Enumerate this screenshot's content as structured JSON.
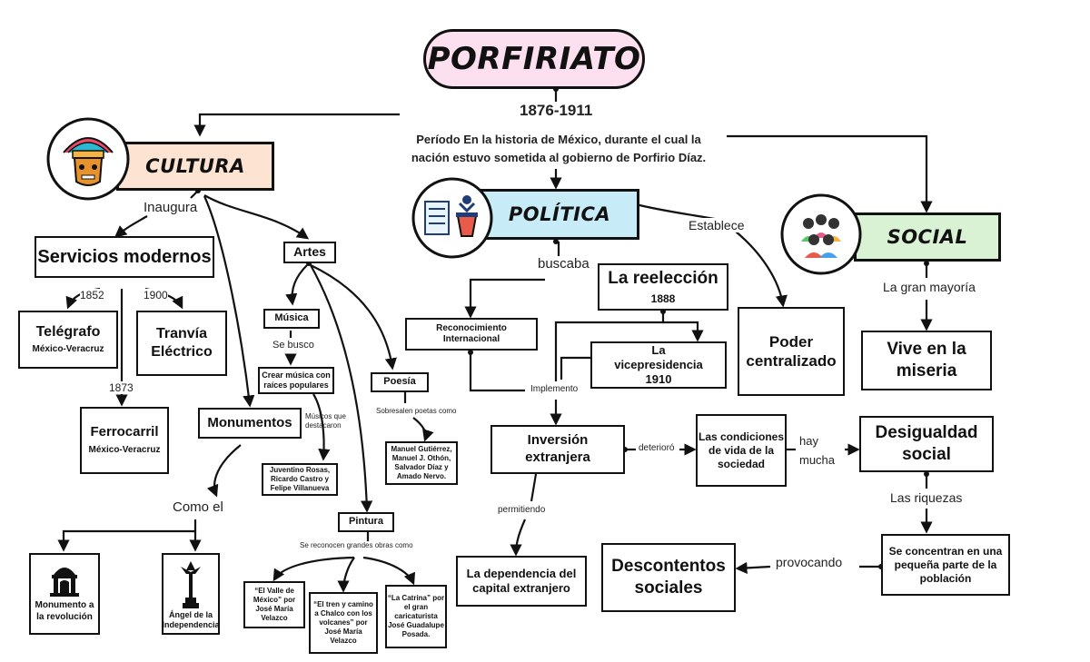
{
  "title": "PORFIRIATO",
  "years": "1876-1911",
  "description": "Período En la historia de México, durante el cual la nación estuvo sometida al gobierno de Porfirio Díaz.",
  "colors": {
    "title_bg": "#fde0ef",
    "cultura_bg": "#fde3d2",
    "politica_bg": "#c8ecf7",
    "social_bg": "#d9f2d4",
    "line": "#111111"
  },
  "icons": {
    "cultura": "aztec-mask-icon",
    "politica": "speaker-podium-icon",
    "social": "group-of-people-icon",
    "monumento": "monument-building-icon",
    "angel": "angel-statue-icon"
  },
  "cultura": {
    "heading": "CULTURA",
    "inaugura": "Inaugura",
    "servicios": "Servicios modernos",
    "year_1852": "1852",
    "year_1900": "1900",
    "year_1873": "1873",
    "telegrafo": "Telégrafo",
    "telegrafo_sub": "México-Veracruz",
    "tranvia": "Tranvía Eléctrico",
    "ferrocarril": "Ferrocarril",
    "ferrocarril_sub": "México-Veracruz",
    "monumentos": "Monumentos",
    "como_el": "Como el",
    "monumento_revolucion": "Monumento a la revolución",
    "angel": "Ángel de la Independencia",
    "artes": "Artes",
    "musica": "Música",
    "se_busco": "Se busco",
    "crear_musica": "Crear música con raíces populares",
    "musicos_label": "Músicos que destacaron",
    "musicos": "Juventino Rosas, Ricardo Castro y Felipe Villanueva",
    "poesia": "Poesía",
    "sobresalen": "Sobresalen poetas como",
    "poetas": "Manuel Gutiérrez, Manuel J. Othón, Salvador Díaz y Amado Nervo.",
    "pintura": "Pintura",
    "se_reconocen": "Se reconocen grandes obras como",
    "obra1": "“El Valle de México” por José María Velazco",
    "obra2": "“El tren y camino a Chalco con los volcanes” por José María Velazco",
    "obra3": "“La Catrina” por el gran caricaturista José Guadalupe Posada."
  },
  "politica": {
    "heading": "POLÍTICA",
    "establece": "Establece",
    "buscaba": "buscaba",
    "poder": "Poder centralizado",
    "reeleccion": "La reelección",
    "reeleccion_year": "1888",
    "reconocimiento": "Reconocimiento Internacional",
    "vicepresidencia": "La vicepresidencia 1910",
    "implemento": "Implemento",
    "inversion": "Inversión extranjera",
    "permitiendo": "permitiendo",
    "dependencia": "La dependencia del capital extranjero",
    "deterioro": "deterioró",
    "condiciones": "Las condiciones de vida de la sociedad",
    "hay_mucha": "hay mucha"
  },
  "social": {
    "heading": "SOCIAL",
    "gran_mayoria": "La gran mayoría",
    "vive": "Vive en la miseria",
    "desigualdad": "Desigualdad social",
    "riquezas": "Las riquezas",
    "concentran": "Se concentran en una pequeña parte de la población",
    "provocando": "provocando",
    "descontentos": "Descontentos sociales"
  }
}
